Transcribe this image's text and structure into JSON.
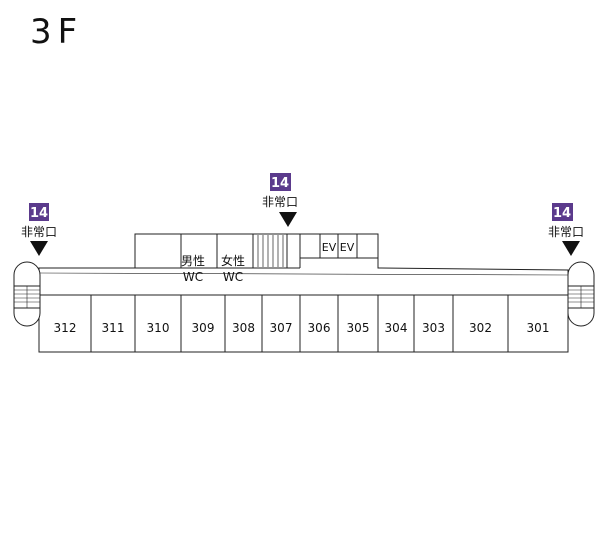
{
  "floor": "3F",
  "exits": [
    {
      "number": "14",
      "label": "非常口"
    },
    {
      "number": "14",
      "label": "非常口"
    },
    {
      "number": "14",
      "label": "非常口"
    }
  ],
  "rooms": [
    "312",
    "311",
    "310",
    "309",
    "308",
    "307",
    "306",
    "305",
    "304",
    "303",
    "302",
    "301"
  ],
  "facilities": {
    "mens_wc": [
      "男性",
      "WC"
    ],
    "womens_wc": [
      "女性",
      "WC"
    ],
    "elevators": [
      "EV",
      "EV"
    ]
  },
  "colors": {
    "exit_badge": "#5b3a8c",
    "line": "#222222"
  }
}
